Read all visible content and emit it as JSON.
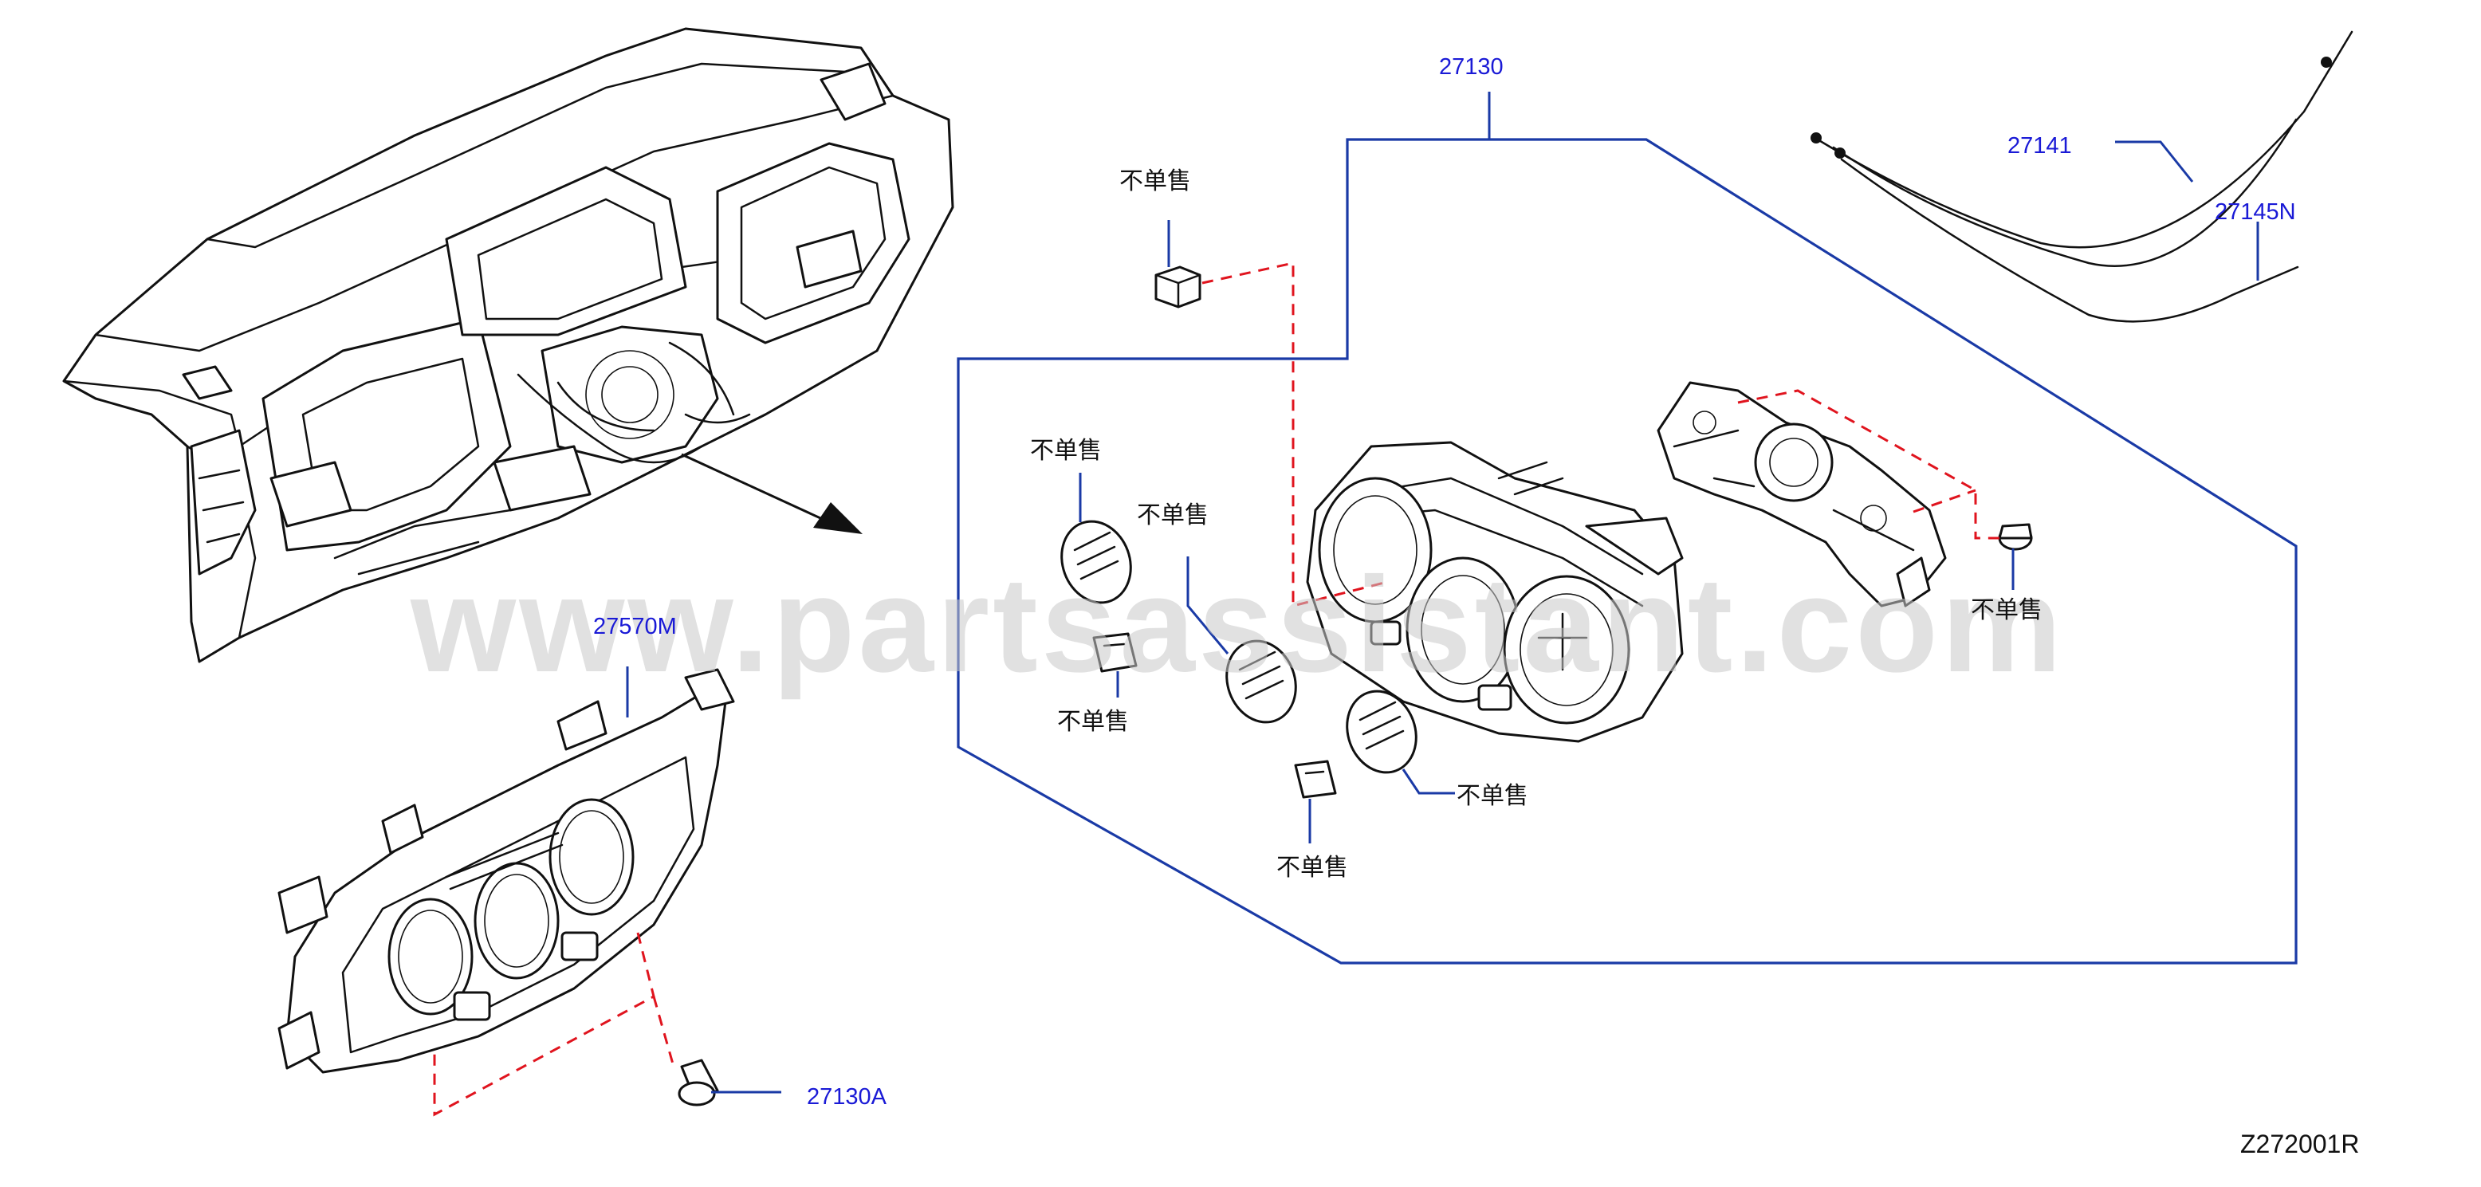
{
  "diagram": {
    "watermark": "www.partsassistant.com",
    "drawing_code": "Z272001R",
    "part_labels": {
      "p27130": "27130",
      "p27141": "27141",
      "p27145N": "27145N",
      "p27570M": "27570M",
      "p27130A": "27130A"
    },
    "not_sold_text": "不单售",
    "colors": {
      "label_blue": "#1a1ad6",
      "leader_blue": "#1a3aa6",
      "dashed_red": "#e0141e",
      "line_black": "#111111"
    }
  }
}
